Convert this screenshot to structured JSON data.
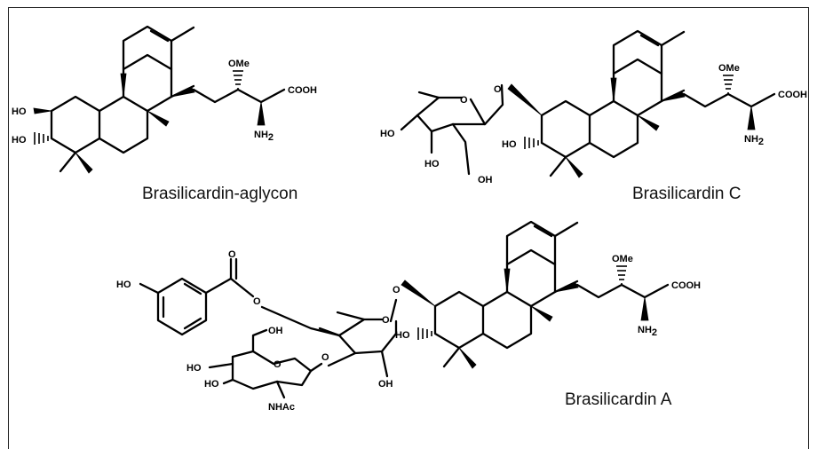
{
  "captions": {
    "aglycon": "Brasilicardin-aglycon",
    "c": "Brasilicardin C",
    "a": "Brasilicardin A"
  },
  "atoms": {
    "ome": "OMe",
    "cooh": "COOH",
    "nh": "NH",
    "sub2": "2",
    "ho": "HO",
    "oh": "OH",
    "o": "O",
    "nhac": "NHAc"
  }
}
